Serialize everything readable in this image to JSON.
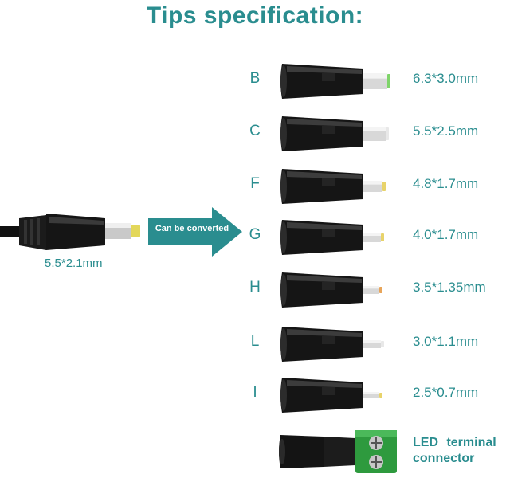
{
  "header": {
    "title": "Tips specification:"
  },
  "source": {
    "size_label": "5.5*2.1mm",
    "arrow_label": "Can be converted"
  },
  "tips": [
    {
      "letter": "B",
      "size": "6.3*3.0mm",
      "tip_color": "#7fd46a"
    },
    {
      "letter": "C",
      "size": "5.5*2.5mm",
      "tip_color": "#e8e8e8"
    },
    {
      "letter": "F",
      "size": "4.8*1.7mm",
      "tip_color": "#e8d36a"
    },
    {
      "letter": "G",
      "size": "4.0*1.7mm",
      "tip_color": "#e8d36a"
    },
    {
      "letter": "H",
      "size": "3.5*1.35mm",
      "tip_color": "#e8a55a"
    },
    {
      "letter": "L",
      "size": "3.0*1.1mm",
      "tip_color": "#e8e8e8"
    },
    {
      "letter": "I",
      "size": "2.5*0.7mm",
      "tip_color": "#e8d36a"
    }
  ],
  "led": {
    "label_line1": "LED terminal",
    "label_line2": "connector"
  },
  "colors": {
    "accent": "#2a8d8f",
    "arrow": "#2a8d8f",
    "plug_body": "#1a1a1a"
  }
}
